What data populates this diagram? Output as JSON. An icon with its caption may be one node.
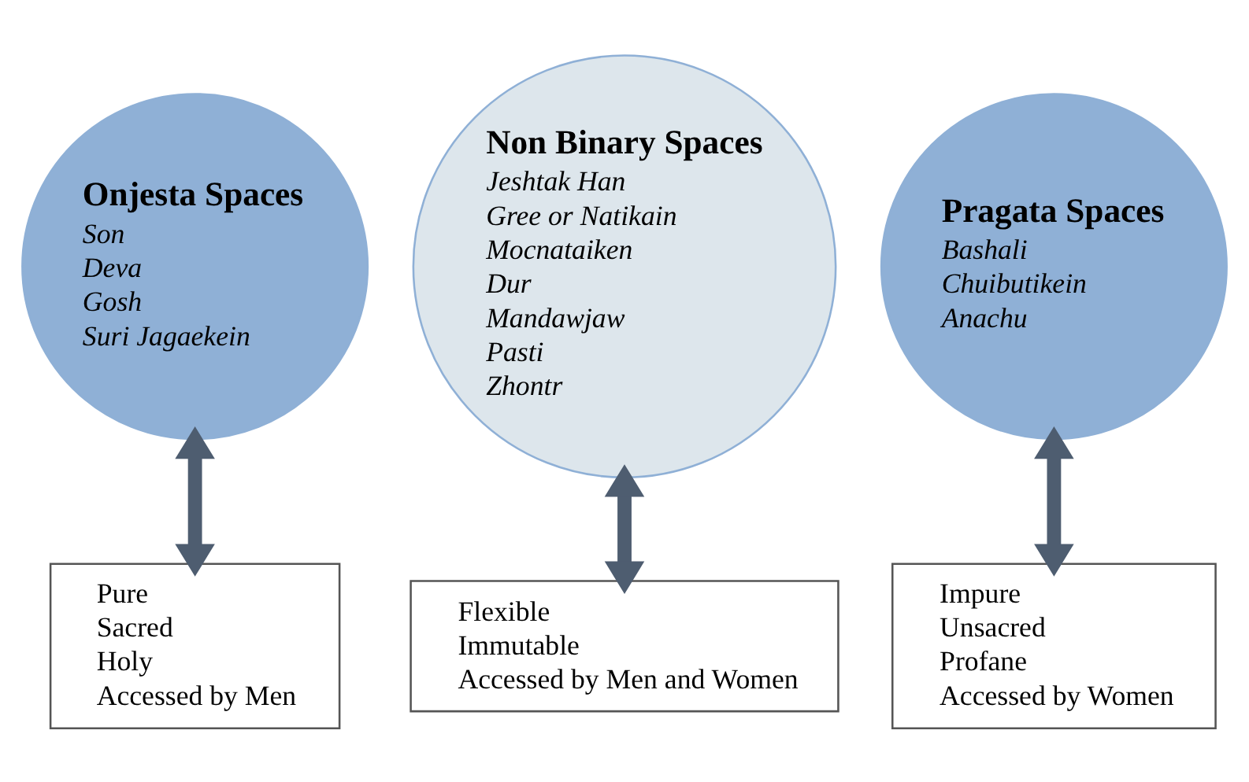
{
  "diagram": {
    "nodes": [
      {
        "text": [
          "Onjesta Spaces",
          "Son",
          "Deva",
          "Gosh",
          "Suri Jagaekein"
        ]
      },
      {
        "text": [
          "Non Binary Spaces",
          "Jeshtak Han",
          "Gree or Natikain",
          "Mocnataiken",
          "Dur",
          "Mandawjaw",
          "Pasti",
          "Zhontr"
        ]
      },
      {
        "text": [
          "Pragata Spaces",
          "Bashali",
          "Chuibutikein",
          "Anachu"
        ]
      },
      {
        "text": [
          "Pure",
          "Sacred",
          "Holy",
          "Accessed by Men"
        ]
      },
      {
        "text": [
          "Flexible",
          "Immutable",
          "Accessed by Men and Women"
        ]
      },
      {
        "text": [
          "Impure",
          "Unsacred",
          "Profane",
          "Accessed by Women"
        ]
      }
    ],
    "edges": [
      {
        "from": 0,
        "to": 3,
        "arrow": "both"
      },
      {
        "from": 1,
        "to": 4,
        "arrow": "both"
      },
      {
        "from": 2,
        "to": 5,
        "arrow": "both"
      }
    ]
  }
}
